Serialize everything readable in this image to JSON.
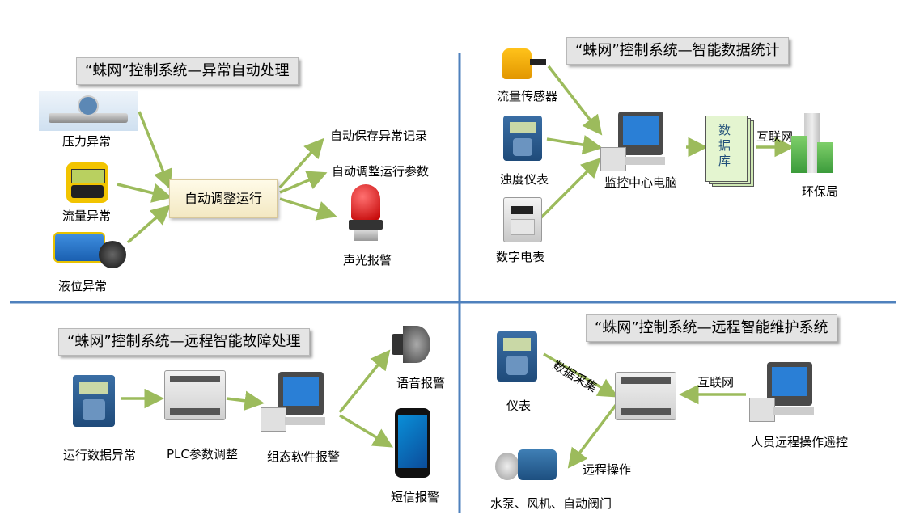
{
  "panels": {
    "top_left": {
      "title": "“蛛网”控制系统—异常自动处理",
      "inputs": [
        "压力异常",
        "流量异常",
        "液位异常"
      ],
      "center": "自动调整运行",
      "outputs": [
        "自动保存异常记录",
        "自动调整运行参数",
        "声光报警"
      ]
    },
    "top_right": {
      "title": "“蛛网”控制系统—智能数据统计",
      "inputs": [
        "流量传感器",
        "浊度仪表",
        "数字电表"
      ],
      "computer": "监控中心电脑",
      "database": "数据库",
      "link": "互联网",
      "target": "环保局"
    },
    "bottom_left": {
      "title": "“蛛网”控制系统—远程智能故障处理",
      "steps": [
        "运行数据异常",
        "PLC参数调整",
        "组态软件报警"
      ],
      "outputs": [
        "语音报警",
        "短信报警"
      ]
    },
    "bottom_right": {
      "title": "“蛛网”控制系统—远程智能维护系统",
      "meter": "仪表",
      "collect": "数据采集",
      "link": "互联网",
      "remote": "人员远程操作遥控",
      "operate": "远程操作",
      "devices": "水泵、风机、自动阀门"
    }
  },
  "colors": {
    "arrow": "#9cbb5c",
    "divider": "#4f81bd",
    "title_bg": "#e4e4e4"
  }
}
